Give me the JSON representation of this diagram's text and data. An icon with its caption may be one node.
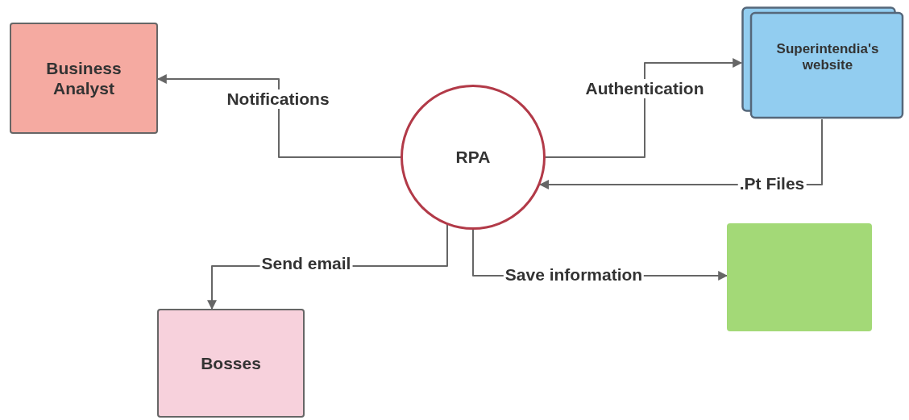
{
  "diagram": {
    "nodes": [
      {
        "text": [
          "Business Analyst"
        ]
      },
      {
        "text": [
          "RPA"
        ]
      },
      {
        "text": [
          "Superintendia's website"
        ]
      },
      {
        "text": [],
        "shape": "box"
      },
      {
        "text": [
          "Bosses"
        ]
      }
    ],
    "edges": [
      {
        "from": 1,
        "to": 0,
        "arrow": "to",
        "label": "Notifications"
      },
      {
        "from": 1,
        "to": 2,
        "arrow": "to",
        "label": "Authentication"
      },
      {
        "from": 2,
        "to": 1,
        "arrow": "to",
        "label": ".Pt Files"
      },
      {
        "from": 1,
        "to": 4,
        "arrow": "to",
        "label": "Send email"
      },
      {
        "from": 1,
        "to": 3,
        "arrow": "to",
        "label": "Save information"
      }
    ]
  }
}
